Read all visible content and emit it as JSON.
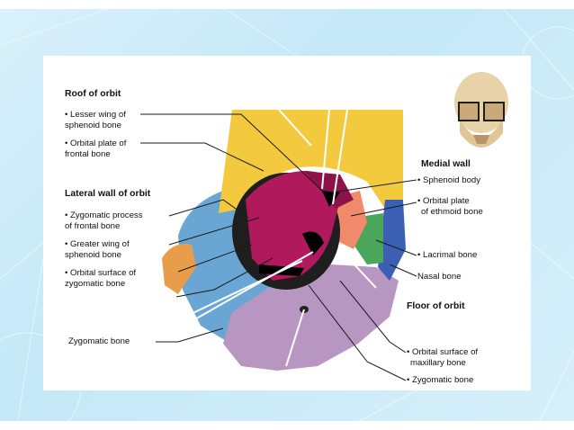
{
  "colors": {
    "slide_background": "#c4e8f7",
    "frontal": "#f3c93e",
    "sphenoid_greater": "#b0195b",
    "sphenoid_lesser": "#8c124a",
    "zygomatic": "#6aa6d3",
    "maxilla": "#b896c2",
    "ethmoid": "#f08a6a",
    "lacrimal": "#4aa65a",
    "nasal": "#3a5fb5",
    "cavity": "#1e1e1e"
  },
  "sections": {
    "roof": "Roof of orbit",
    "lateral": "Lateral wall of orbit",
    "medial": "Medial wall",
    "floor": "Floor of orbit"
  },
  "labels": {
    "lesser_wing_1": "• Lesser wing of",
    "lesser_wing_2": "sphenoid bone",
    "orbital_plate_frontal_1": "• Orbital plate of",
    "orbital_plate_frontal_2": "frontal bone",
    "zygomatic_process_1": "• Zygomatic process",
    "zygomatic_process_2": "of frontal bone",
    "greater_wing_1": "• Greater wing of",
    "greater_wing_2": "sphenoid bone",
    "orbital_surface_zyg_1": "• Orbital surface of",
    "orbital_surface_zyg_2": "zygomatic bone",
    "zygomatic_bone": "Zygomatic bone",
    "sphenoid_body": "• Sphenoid body",
    "orbital_plate_ethmoid_1": "• Orbital plate",
    "orbital_plate_ethmoid_2": "of ethmoid bone",
    "lacrimal_bone": "• Lacrimal bone",
    "nasal_bone": "Nasal bone",
    "orbital_surface_max_1": "• Orbital surface of",
    "orbital_surface_max_2": "maxillary bone",
    "zygomatic_bone_floor": "• Zygomatic bone"
  }
}
